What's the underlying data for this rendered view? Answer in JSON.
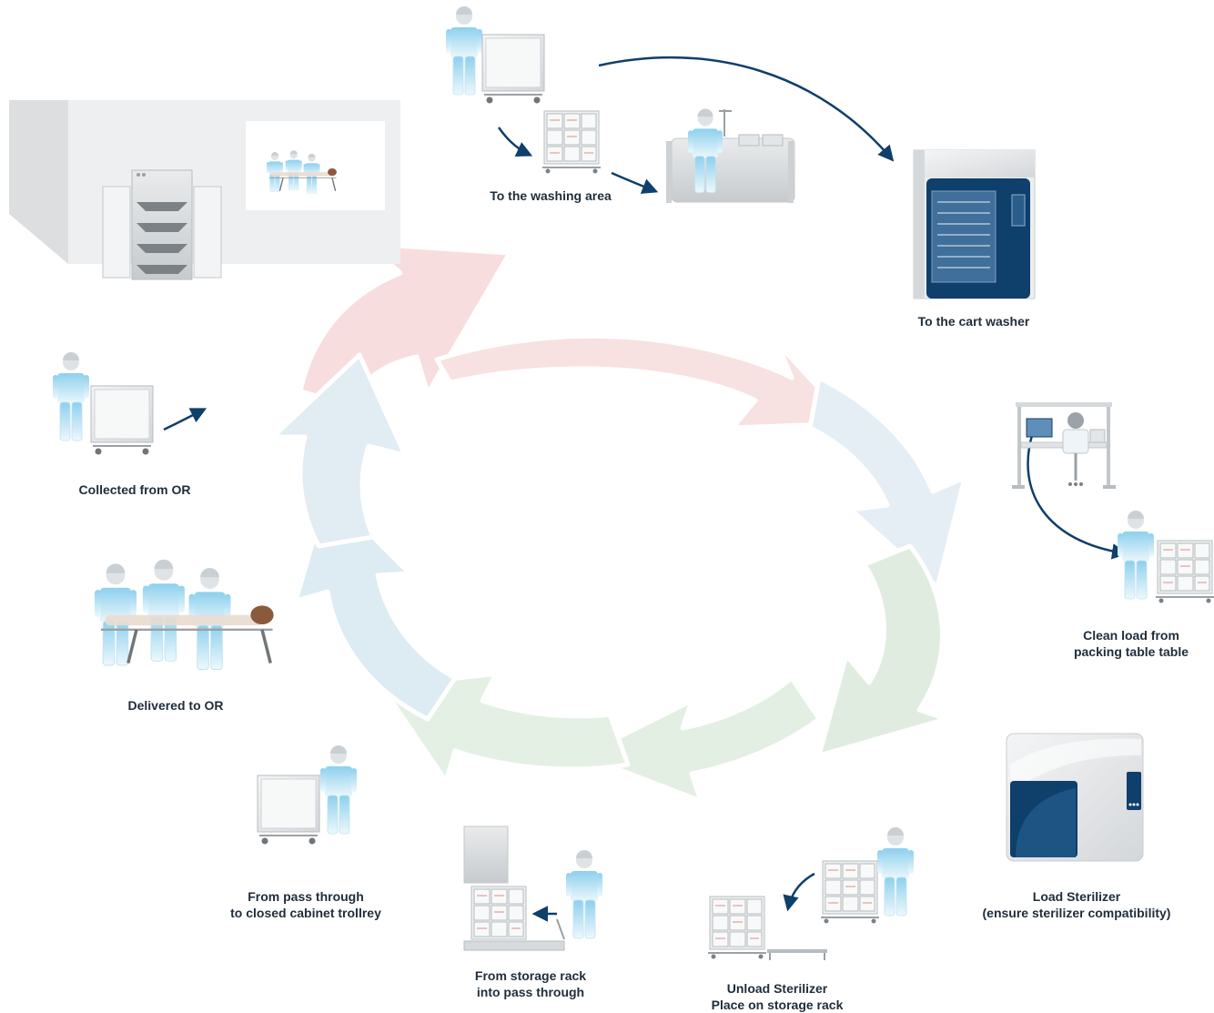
{
  "colors": {
    "navy": "#0f3f6b",
    "scrub_light": "#dff1f9",
    "scrub_dark": "#6fc0e2",
    "steel": "#d9dcdf",
    "arrow_red": "#f6dede",
    "arrow_blue": "#dcebf3",
    "arrow_green": "#deeede",
    "text": "#1f2d3a"
  },
  "steps": [
    {
      "id": "washing",
      "label": "To the washing area"
    },
    {
      "id": "cart-washer",
      "label": "To the cart washer"
    },
    {
      "id": "packing",
      "label_line1": "Clean load from",
      "label_line2": "packing table table"
    },
    {
      "id": "load-sterilizer",
      "label_line1": "Load Sterilizer",
      "label_line2": "(ensure sterilizer compatibility)"
    },
    {
      "id": "unload-sterilizer",
      "label_line1": "Unload Sterilizer",
      "label_line2": "Place on storage rack"
    },
    {
      "id": "storage-rack",
      "label_line1": "From storage rack",
      "label_line2": "into pass through"
    },
    {
      "id": "pass-through",
      "label_line1": "From pass through",
      "label_line2": "to closed cabinet trollrey"
    },
    {
      "id": "delivered",
      "label": "Delivered to OR"
    },
    {
      "id": "collected",
      "label": "Collected from OR"
    }
  ],
  "icons": [
    "surgical-team-icon",
    "staff-with-cart-icon",
    "rack-trolley-icon",
    "sink-station-icon",
    "cart-washer-icon",
    "packing-table-icon",
    "sterilizer-icon",
    "pass-through-icon",
    "cabinet-icon",
    "cycle-arrows-icon"
  ]
}
